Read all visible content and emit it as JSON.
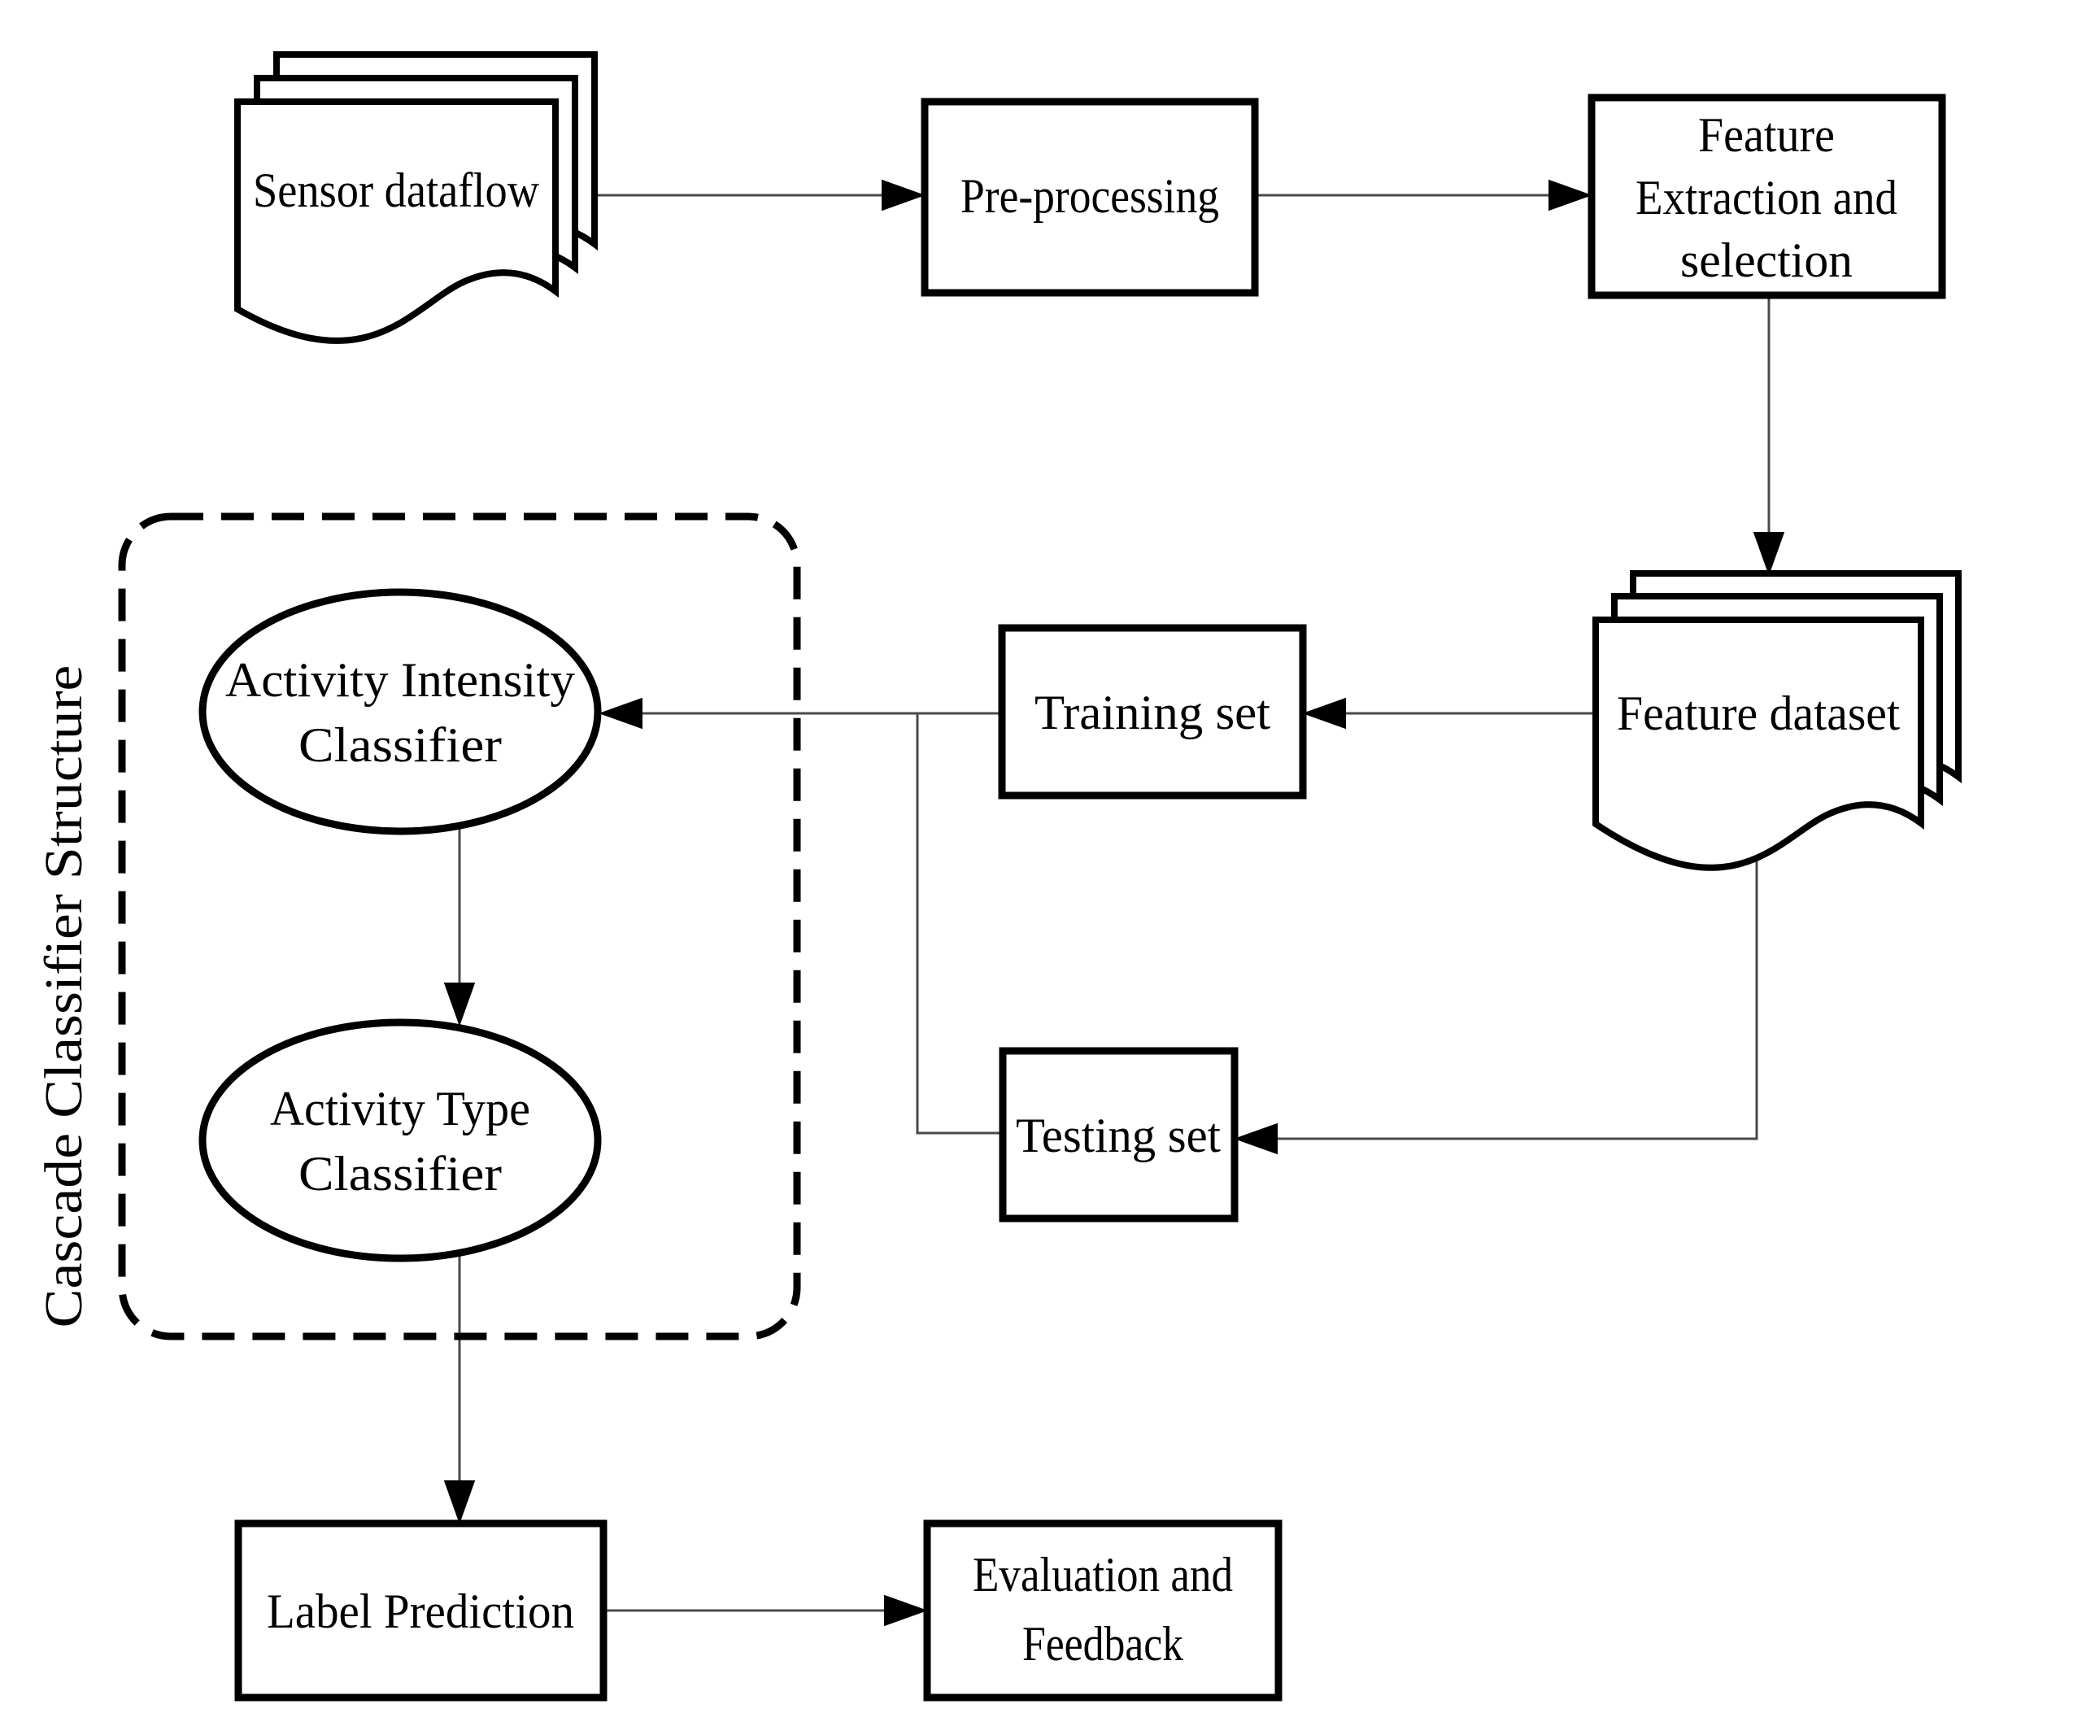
{
  "figure": {
    "background": "#ffffff",
    "shape_stroke_color": "#000000",
    "connector_color": "#4a4a4a",
    "group": {
      "label": "Cascade Classifier Structure",
      "border_style": "dashed-rounded-rectangle"
    },
    "nodes": {
      "sensor_dataflow": {
        "shape": "multidocument",
        "label": "Sensor dataflow"
      },
      "pre_processing": {
        "shape": "rectangle",
        "label": "Pre-processing"
      },
      "feature_extraction": {
        "shape": "rectangle",
        "lines": [
          "Feature",
          "Extraction and",
          "selection"
        ]
      },
      "feature_dataset": {
        "shape": "multidocument",
        "label": "Feature dataset"
      },
      "training_set": {
        "shape": "rectangle",
        "label": "Training set"
      },
      "testing_set": {
        "shape": "rectangle",
        "label": "Testing set"
      },
      "activity_intensity_classifier": {
        "shape": "ellipse",
        "lines": [
          "Activity Intensity",
          "Classifier"
        ]
      },
      "activity_type_classifier": {
        "shape": "ellipse",
        "lines": [
          "Activity Type",
          "Classifier"
        ]
      },
      "label_prediction": {
        "shape": "rectangle",
        "label": "Label Prediction"
      },
      "evaluation_feedback": {
        "shape": "rectangle",
        "lines": [
          "Evaluation and",
          "Feedback"
        ]
      }
    },
    "edges": [
      {
        "from": "sensor_dataflow",
        "to": "pre_processing",
        "arrow": true
      },
      {
        "from": "pre_processing",
        "to": "feature_extraction",
        "arrow": true
      },
      {
        "from": "feature_extraction",
        "to": "feature_dataset",
        "arrow": true
      },
      {
        "from": "feature_dataset",
        "to": "training_set",
        "arrow": true
      },
      {
        "from": "feature_dataset",
        "to": "testing_set",
        "arrow": true
      },
      {
        "from": "training_set",
        "to": "activity_intensity_classifier",
        "arrow": true
      },
      {
        "from": "testing_set",
        "to": "activity_intensity_classifier",
        "arrow": false
      },
      {
        "from": "activity_intensity_classifier",
        "to": "activity_type_classifier",
        "arrow": true
      },
      {
        "from": "activity_type_classifier",
        "to": "label_prediction",
        "arrow": true
      },
      {
        "from": "label_prediction",
        "to": "evaluation_feedback",
        "arrow": true
      }
    ]
  }
}
